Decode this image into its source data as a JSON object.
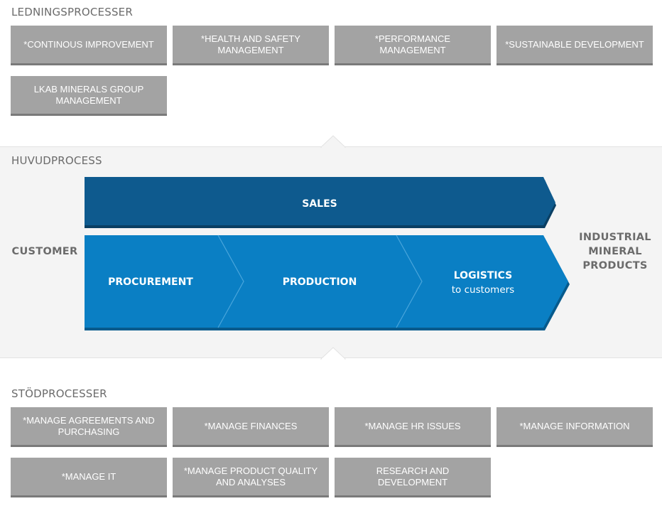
{
  "management": {
    "title": "LEDNINGSPROCESSER",
    "items": [
      "*CONTINOUS IMPROVEMENT",
      "*HEALTH AND SAFETY MANAGEMENT",
      "*PERFORMANCE MANAGEMENT",
      "*SUSTAINABLE DEVELOPMENT",
      "LKAB MINERALS GROUP MANAGEMENT"
    ]
  },
  "main": {
    "title": "HUVUDPROCESS",
    "customer": "CUSTOMER",
    "sales": "SALES",
    "procurement": "PROCUREMENT",
    "production": "PRODUCTION",
    "logistics": "LOGISTICS",
    "logistics_sub": "to customers",
    "output_line1": "INDUSTRIAL",
    "output_line2": "MINERAL",
    "output_line3": "PRODUCTS",
    "colors": {
      "sales": "#0e5a8e",
      "flow": "#0a7fc4",
      "flow_shadow": "#075a8c"
    }
  },
  "support": {
    "title": "STÖDPROCESSER",
    "items": [
      "*MANAGE AGREEMENTS AND PURCHASING",
      "*MANAGE FINANCES",
      "*MANAGE HR ISSUES",
      "*MANAGE INFORMATION",
      "*MANAGE IT",
      "*MANAGE PRODUCT QUALITY AND ANALYSES",
      "RESEARCH AND DEVELOPMENT"
    ]
  }
}
